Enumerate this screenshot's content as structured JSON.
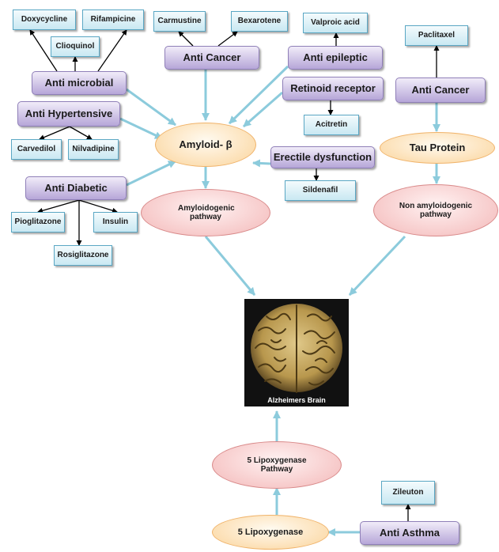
{
  "nodes": {
    "doxycycline": "Doxycycline",
    "rifampicine": "Rifampicine",
    "clioquinol": "Clioquinol",
    "anti_microbial": "Anti microbial",
    "anti_hypertensive": "Anti Hypertensive",
    "carvedilol": "Carvedilol",
    "nilvadipine": "Nilvadipine",
    "anti_diabetic": "Anti Diabetic",
    "pioglitazone": "Pioglitazone",
    "insulin": "Insulin",
    "rosiglitazone": "Rosiglitazone",
    "carmustine": "Carmustine",
    "bexarotene": "Bexarotene",
    "anti_cancer_left": "Anti Cancer",
    "valproic_acid": "Valproic acid",
    "anti_epileptic": "Anti epileptic",
    "retinoid_receptor": "Retinoid receptor",
    "acitretin": "Acitretin",
    "amyloid_beta": "Amyloid- β",
    "erectile_dysfunction": "Erectile dysfunction",
    "sildenafil": "Sildenafil",
    "amyloidogenic_pathway": "Amyloidogenic pathway",
    "paclitaxel": "Paclitaxel",
    "anti_cancer_right": "Anti Cancer",
    "tau_protein": "Tau Protein",
    "non_amyloidogenic_pathway": "Non amyloidogenic pathway",
    "brain_caption": "Alzheimers Brain",
    "lipoxygenase_pathway": "5 Lipoxygenase Pathway",
    "lipoxygenase": "5 Lipoxygenase",
    "zileuton": "Zileuton",
    "anti_asthma": "Anti Asthma"
  },
  "colors": {
    "blue_arrow": "#8ccbdc",
    "black_arrow": "#000000",
    "drug_border": "#5aa7c4",
    "class_fill": "#b6a6d8",
    "amyloid_fill": "#fbd49b",
    "pathway_fill": "#f3b8b8"
  }
}
